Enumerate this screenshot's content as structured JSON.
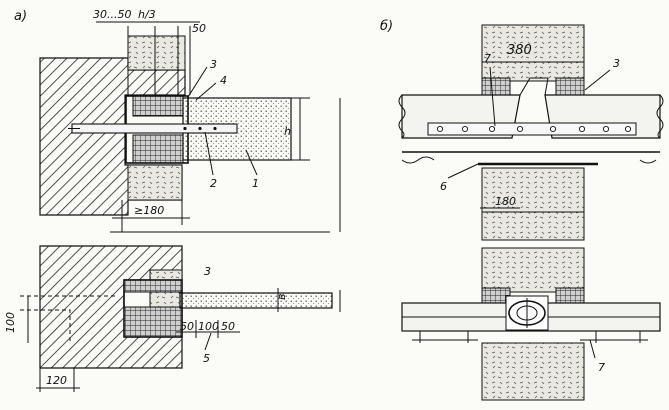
{
  "figure": {
    "part_a_label": "а)",
    "part_b_label": "б)"
  },
  "dims": {
    "d_30_50": "30...50",
    "d_h3": "h/3",
    "d_50_top": "50",
    "d_h": "h",
    "d_180_a": "≥180",
    "d_100_side": "100",
    "d_120": "120",
    "d_50_a": "50",
    "d_100_bottom": "100",
    "d_50_b": "50",
    "d_b": "в",
    "d_380": "380",
    "d_180_b": "180"
  },
  "callouts": {
    "c1": "1",
    "c2": "2",
    "c3_a": "3",
    "c4": "4",
    "c3_a2": "3",
    "c5": "5",
    "c7_top": "7",
    "c3_b": "3",
    "c6": "6",
    "c7_bottom": "7"
  }
}
